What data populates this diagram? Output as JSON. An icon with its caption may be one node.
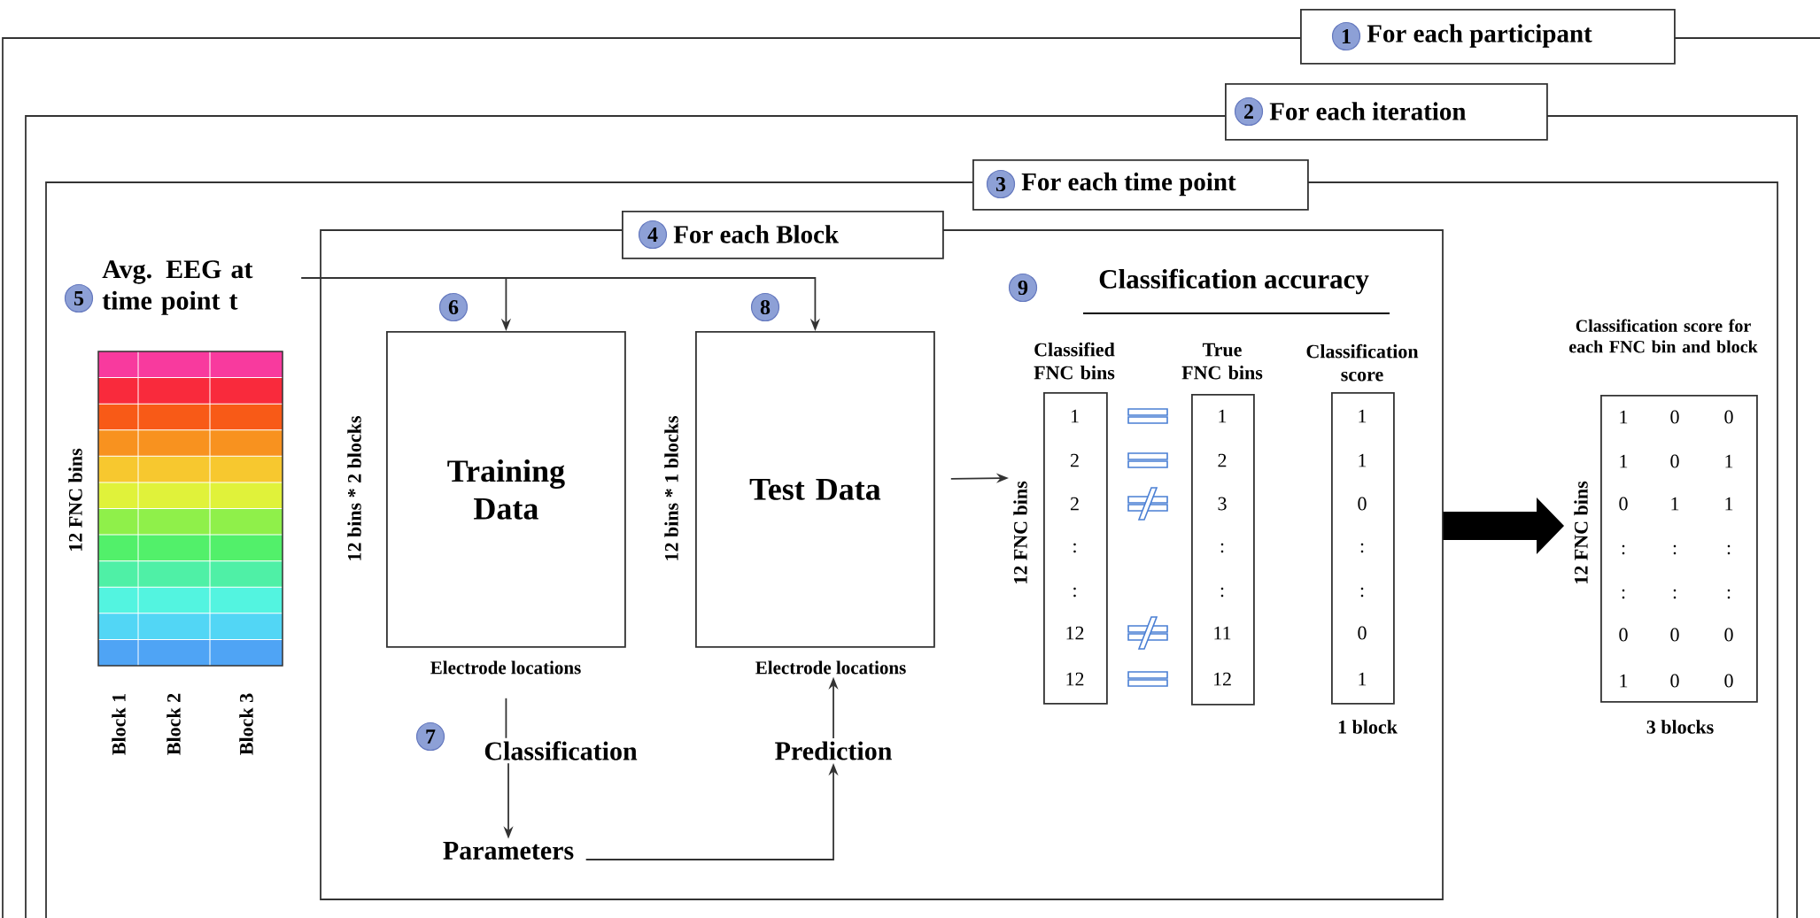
{
  "diagram": {
    "nodes": [
      {
        "text": [
          "For each participant"
        ]
      },
      {
        "text": [
          "For each iteration"
        ],
        "in": 0
      },
      {
        "text": [
          "For each time point"
        ],
        "in": 1
      },
      {
        "text": [
          "For each Block"
        ],
        "in": 2
      },
      {
        "text": [
          "Avg. EEG at time point t"
        ],
        "in": 2
      },
      {
        "text": [
          "Training Data"
        ],
        "beside": [
          "12 bins * 2 blocks",
          "Electrode locations"
        ],
        "in": 3
      },
      {
        "text": [
          "Test Data"
        ],
        "beside": [
          "12 bins * 1 blocks",
          "Electrode locations"
        ],
        "in": 3
      },
      {
        "text": [
          "Classification"
        ],
        "in": 3
      },
      {
        "text": [
          "Parameters"
        ],
        "in": 3
      },
      {
        "text": [
          "Prediction"
        ],
        "in": 3
      },
      {
        "text": [
          "Classification accuracy"
        ],
        "in": 3
      },
      {
        "text": [
          "Classified FNC bins",
          "1",
          "2",
          "2",
          ":",
          ":",
          "12",
          "12"
        ],
        "beside": [
          "12 FNC bins"
        ],
        "in": 3
      },
      {
        "text": [
          "True FNC bins",
          "1",
          "2",
          "3",
          ":",
          ":",
          "11",
          "12"
        ],
        "in": 3
      },
      {
        "text": [
          "Classification score",
          "1",
          "1",
          "0",
          ":",
          ":",
          "0",
          "1"
        ],
        "beside": [
          "1 block"
        ],
        "in": 3
      },
      {
        "text": [
          "Classification score for each FNC bin and block",
          "12 FNC bins",
          "1",
          "0",
          "0",
          "1",
          "0",
          "1",
          "0",
          "1",
          "1",
          ":",
          ":",
          ":",
          ":",
          ":",
          ":",
          "0",
          "0",
          "0",
          "1",
          "0",
          "0"
        ],
        "beside": [
          "3 blocks"
        ],
        "in": 2
      },
      {
        "text": [
          "1"
        ],
        "in": 0
      },
      {
        "text": [
          "2"
        ],
        "in": 1
      },
      {
        "text": [
          "3"
        ],
        "in": 2
      },
      {
        "text": [
          "4"
        ],
        "in": 3
      },
      {
        "text": [
          "5"
        ],
        "in": 2
      },
      {
        "text": [
          "6"
        ],
        "in": 3
      },
      {
        "text": [
          "7"
        ],
        "in": 3
      },
      {
        "text": [
          "8"
        ],
        "in": 3
      },
      {
        "text": [
          "9"
        ],
        "in": 3
      }
    ],
    "edges": [
      {
        "from": 4,
        "to": 5,
        "arrow": "to"
      },
      {
        "from": 4,
        "to": 6,
        "arrow": "to"
      },
      {
        "from": 5,
        "to": 7,
        "arrow": "none"
      },
      {
        "from": 7,
        "to": 8,
        "arrow": "to"
      },
      {
        "from": 8,
        "to": 9,
        "arrow": "to"
      },
      {
        "from": 9,
        "to": 6,
        "arrow": "to"
      },
      {
        "from": 6,
        "to": 11,
        "arrow": "to"
      },
      {
        "from": 3,
        "to": 14,
        "arrow": "to",
        "style": "thick"
      }
    ],
    "labels": [
      "12 FNC bins",
      "Block 1",
      "Block 2",
      "Block 3"
    ]
  }
}
